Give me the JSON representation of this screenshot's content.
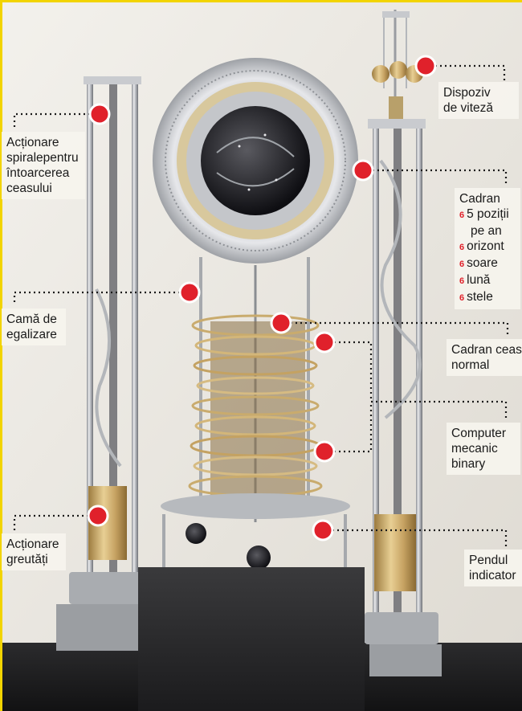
{
  "labels": {
    "actionare_spirale": {
      "lines": [
        "Acționare",
        "spiralepentru",
        "întoarcerea",
        "ceasului"
      ]
    },
    "dispozitiv_viteza": {
      "lines": [
        "Dispoziv",
        "de viteză"
      ]
    },
    "cadran": {
      "title": "Cadran",
      "items": [
        "5 poziții",
        "pe an",
        "orizont",
        "soare",
        "lună",
        "stele"
      ],
      "bullet": "6"
    },
    "cama_egalizare": {
      "lines": [
        "Camă de",
        "egalizare"
      ]
    },
    "cadran_ceas": {
      "lines": [
        "Cadran ceas",
        "normal"
      ]
    },
    "computer_mecanic": {
      "lines": [
        "Computer",
        "mecanic",
        "binary"
      ]
    },
    "actionare_greutati": {
      "lines": [
        "Acționare",
        "greutăți"
      ]
    },
    "pendul_indicator": {
      "lines": [
        "Pendul",
        "indicator"
      ]
    }
  },
  "colors": {
    "marker": "#e0212b",
    "accent_edge": "#f2d400"
  }
}
